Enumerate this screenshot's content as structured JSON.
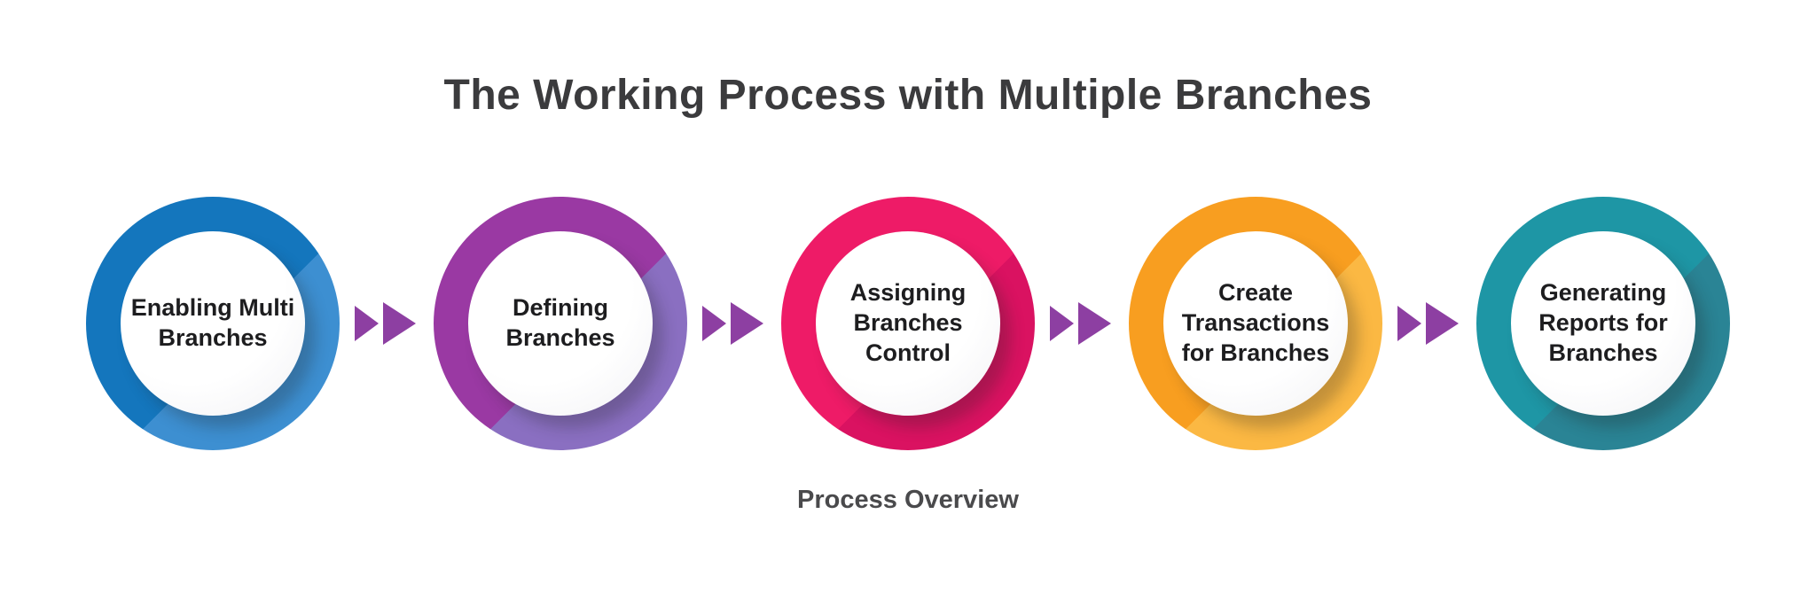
{
  "title": "The Working Process with Multiple Branches",
  "caption": "Process Overview",
  "arrow": {
    "color": "#8d3fa2",
    "icon": "fast-forward-double-triangle"
  },
  "steps": [
    {
      "label": "Enabling Multi Branches",
      "ring_color": "#1476bd",
      "ring_color2": "#3d8fd1"
    },
    {
      "label": "Defining Branches",
      "ring_color": "#9a39a3",
      "ring_color2": "#8a6fc1"
    },
    {
      "label": "Assigning Branches Control",
      "ring_color": "#ee1b67",
      "ring_color2": "#da1261"
    },
    {
      "label": "Create Transactions for Branches",
      "ring_color": "#f89e20",
      "ring_color2": "#fbb843"
    },
    {
      "label": "Generating Reports for Branches",
      "ring_color": "#1e96a5",
      "ring_color2": "#2a8495"
    }
  ]
}
